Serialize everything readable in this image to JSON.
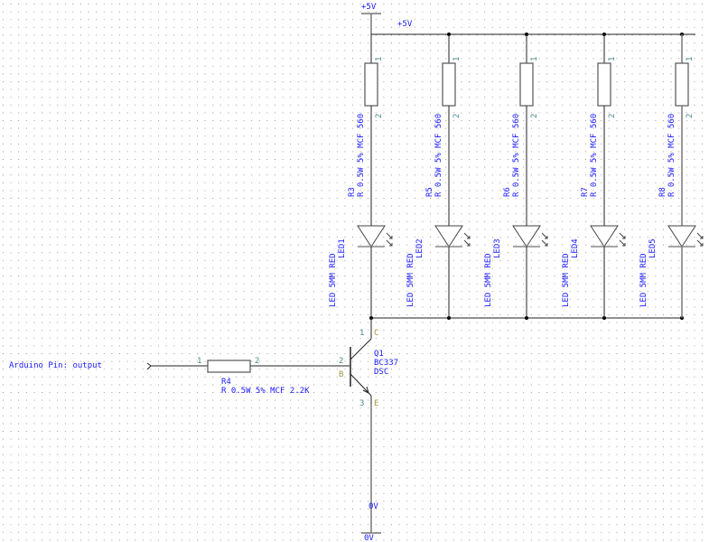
{
  "power": {
    "top_label": "+5V",
    "net_label": "+5V",
    "gnd_net_label": "0V",
    "gnd_label": "0V"
  },
  "branches": [
    {
      "ref": "R3",
      "value": "R 0.5W 5% MCF 560",
      "led_ref": "LED1",
      "led_value": "LED 5MM RED"
    },
    {
      "ref": "R5",
      "value": "R 0.5W 5% MCF 560",
      "led_ref": "LED2",
      "led_value": "LED 5MM RED"
    },
    {
      "ref": "R6",
      "value": "R 0.5W 5% MCF 560",
      "led_ref": "LED3",
      "led_value": "LED 5MM RED"
    },
    {
      "ref": "R7",
      "value": "R 0.5W 5% MCF 560",
      "led_ref": "LED4",
      "led_value": "LED 5MM RED"
    },
    {
      "ref": "R8",
      "value": "R 0.5W 5% MCF 560",
      "led_ref": "LED5",
      "led_value": "LED 5MM RED"
    }
  ],
  "resistor_pins": [
    "1",
    "2"
  ],
  "input": {
    "label": "Arduino Pin: output"
  },
  "r4": {
    "ref": "R4",
    "value": "R 0.5W 5% MCF 2.2K",
    "pin1": "1",
    "pin2": "2"
  },
  "q1": {
    "ref": "Q1",
    "part": "BC337",
    "package": "DSC",
    "pin_c": "C",
    "pin_c_num": "1",
    "pin_b": "B",
    "pin_b_num": "2",
    "pin_e": "E",
    "pin_e_num": "3"
  },
  "colors": {
    "text": "#1a1aff",
    "pin": "#4a8a8a",
    "pin_name": "#a09a40",
    "grid": "#9a9a9a"
  }
}
